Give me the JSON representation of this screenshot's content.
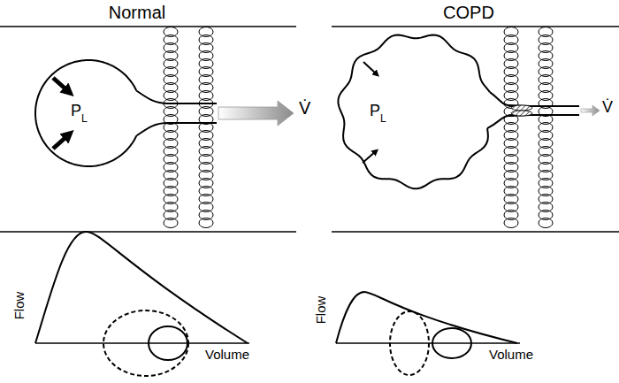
{
  "diagram": {
    "labels": [
      "Normal",
      "COPD",
      "P",
      "L",
      "V̇",
      "Flow",
      "Volume",
      "P",
      "L",
      "V̇",
      "Flow",
      "Volume"
    ]
  }
}
